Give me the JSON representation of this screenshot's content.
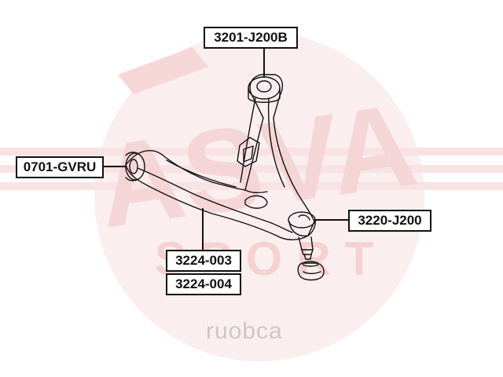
{
  "watermark": {
    "brand": "ASVA",
    "sub": "SPORT",
    "site": "ruobca"
  },
  "labels": {
    "upper_bushing": "3201-J200B",
    "front_bushing": "0701-GVRU",
    "ball_joint": "3220-J200",
    "arm_part_1": "3224-003",
    "arm_part_2": "3224-004"
  },
  "colors": {
    "watermark_red": "#f7dede",
    "line": "#111111"
  }
}
